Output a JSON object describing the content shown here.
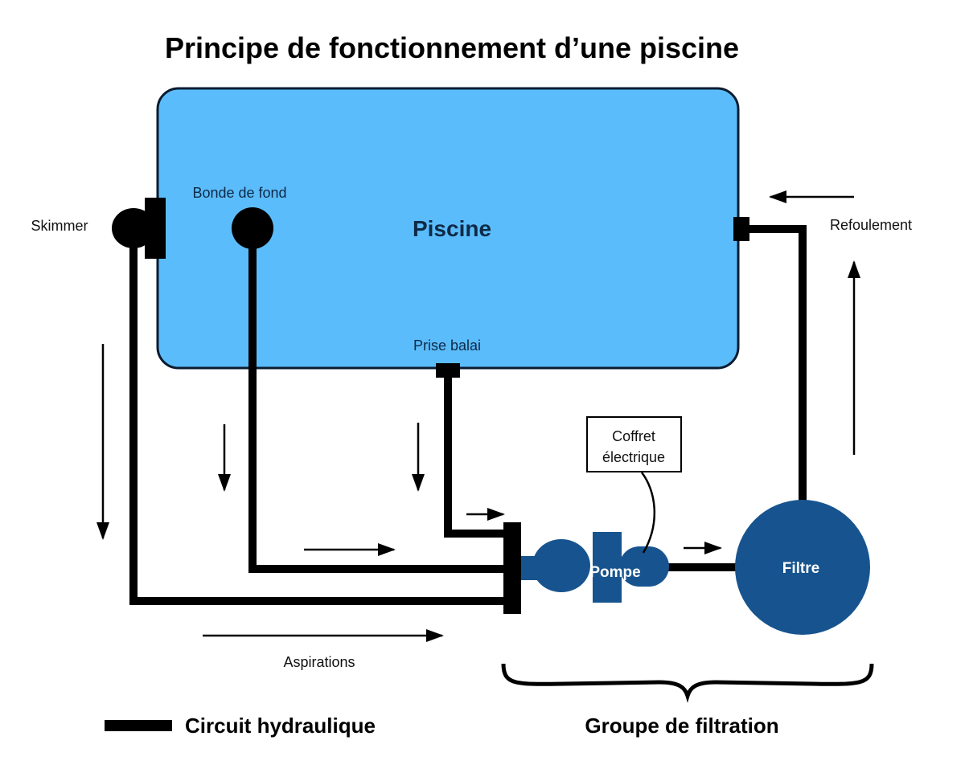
{
  "title": "Principe de fonctionnement d’une piscine",
  "colors": {
    "pool_fill": "#5bbcfb",
    "equipment_fill": "#17548f",
    "pipe": "#000000",
    "text_dark": "#0e2a47"
  },
  "pool": {
    "label": "Piscine",
    "bonde_label": "Bonde de fond",
    "prise_label": "Prise balai"
  },
  "components": {
    "skimmer": "Skimmer",
    "refoulement": "Refoulement",
    "coffret_line1": "Coffret",
    "coffret_line2": "électrique",
    "pompe": "Pompe",
    "filtre": "Filtre",
    "aspirations": "Aspirations"
  },
  "legend": {
    "circuit": "Circuit hydraulique",
    "groupe": "Groupe de filtration"
  }
}
